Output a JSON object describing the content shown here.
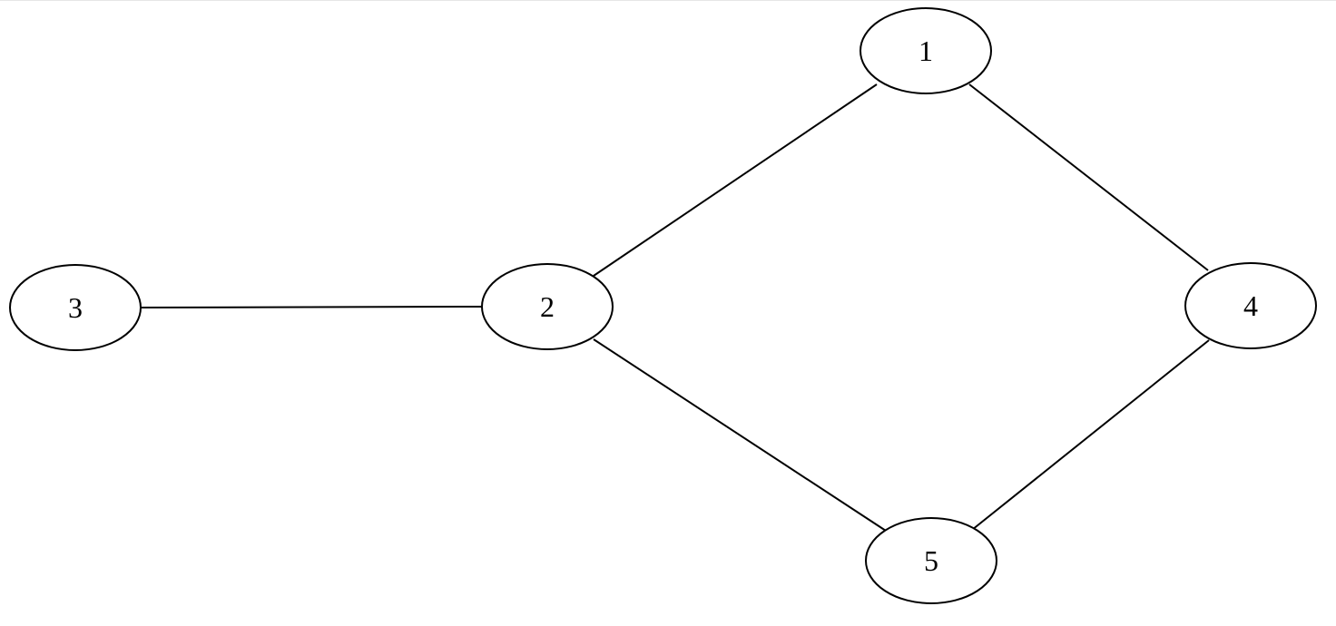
{
  "graph": {
    "directed": false,
    "nodes": [
      {
        "id": "1",
        "label": "1"
      },
      {
        "id": "2",
        "label": "2"
      },
      {
        "id": "3",
        "label": "3"
      },
      {
        "id": "4",
        "label": "4"
      },
      {
        "id": "5",
        "label": "5"
      }
    ],
    "edges": [
      {
        "source": "3",
        "target": "2"
      },
      {
        "source": "2",
        "target": "1"
      },
      {
        "source": "2",
        "target": "5"
      },
      {
        "source": "1",
        "target": "4"
      },
      {
        "source": "5",
        "target": "4"
      }
    ]
  }
}
